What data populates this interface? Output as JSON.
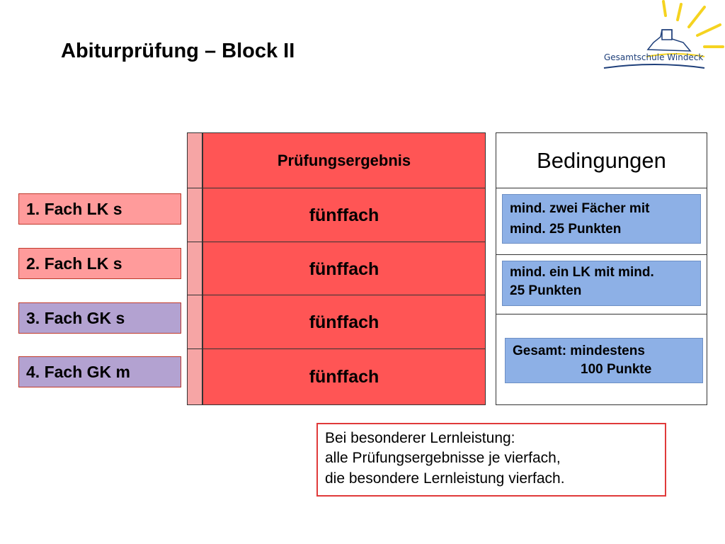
{
  "title": "Abiturprüfung – Block II",
  "logo": {
    "text": "Gesamtschule Windeck",
    "sun_color": "#f5d320",
    "castle_color": "#1e3f7a"
  },
  "subjects": [
    {
      "label": "1. Fach LK s",
      "color": "#ff9b9b"
    },
    {
      "label": "2. Fach LK s",
      "color": "#ff9b9b"
    },
    {
      "label": "3. Fach GK s",
      "color": "#b3a2d1"
    },
    {
      "label": "4. Fach GK m",
      "color": "#b3a2d1"
    }
  ],
  "results_table": {
    "header": "Prüfungsergebnis",
    "rows": [
      "fünffach",
      "fünffach",
      "fünffach",
      "fünffach"
    ],
    "fill_color": "#ff5555",
    "strip_color": "#f6a5a5"
  },
  "conditions": {
    "title": "Bedingungen",
    "box1": {
      "line1": "mind. zwei Fächer mit",
      "line2": "mind. 25 Punkten"
    },
    "box2": {
      "line1": "mind. ein LK mit mind.",
      "line2": "25 Punkten"
    },
    "box3": {
      "line1": "Gesamt: mindestens",
      "line2": "100 Punkte"
    },
    "box_color": "#8db0e6"
  },
  "note": {
    "line1": "Bei besonderer Lernleistung:",
    "line2": "alle Prüfungsergebnisse je vierfach,",
    "line3": "die besondere Lernleistung vierfach.",
    "border_color": "#e03a3a"
  }
}
